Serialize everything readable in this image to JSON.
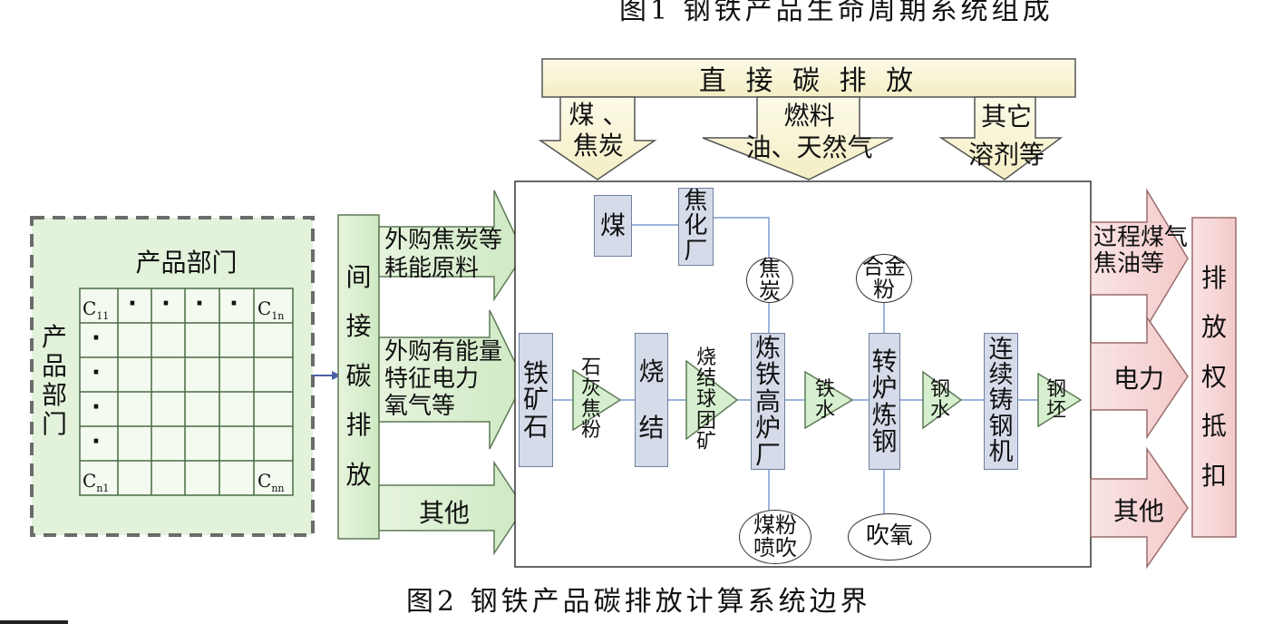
{
  "captions": {
    "fig1": "图1  钢铁产品生命周期系统组成",
    "fig2": "图2  钢铁产品碳排放计算系统边界"
  },
  "direct_emission": {
    "title": "直 接 碳 排 放",
    "arrow_left_lines": [
      "煤 、",
      "焦炭"
    ],
    "arrow_mid_lines": [
      "燃料",
      "油、天然气"
    ],
    "arrow_right_lines": [
      "其它",
      "溶剂等"
    ]
  },
  "sector": {
    "title": "产品部门",
    "side_label": [
      "产",
      "品",
      "部",
      "门"
    ],
    "cell_c11": "C",
    "cell_c11_sub": "11",
    "cell_c1n": "C",
    "cell_c1n_sub": "1n",
    "cell_cn1": "C",
    "cell_cn1_sub": "n1",
    "cell_cnn": "C",
    "cell_cnn_sub": "nn",
    "dot": "·"
  },
  "indirect": {
    "label": [
      "间",
      "接",
      "碳",
      "排",
      "放"
    ],
    "input1": [
      "外购焦炭等",
      "耗能原料"
    ],
    "input2": [
      "外购有能量",
      "特征电力",
      "氧气等"
    ],
    "input3": "其他"
  },
  "process": {
    "coal": "煤",
    "coking": [
      "焦",
      "化",
      "厂"
    ],
    "coke": [
      "焦",
      "炭"
    ],
    "alloy": [
      "合金",
      "粉"
    ],
    "iron_ore": [
      "铁",
      "矿",
      "石"
    ],
    "limestone": [
      "石",
      "灰",
      "焦",
      "粉"
    ],
    "sinter": [
      "烧",
      "结"
    ],
    "pellet": [
      "烧",
      "结",
      "球",
      "团",
      "矿"
    ],
    "blast_furnace": [
      "炼",
      "铁",
      "高",
      "炉",
      "厂"
    ],
    "molten_iron": [
      "铁",
      "水"
    ],
    "converter": [
      "转",
      "炉",
      "炼",
      "钢"
    ],
    "molten_steel": [
      "钢",
      "水"
    ],
    "caster": [
      "连",
      "续",
      "铸",
      "钢",
      "机"
    ],
    "billet": [
      "钢",
      "坯"
    ],
    "coal_injection": [
      "煤粉",
      "喷吹"
    ],
    "oxygen": "吹氧"
  },
  "outputs": {
    "gas_lines": [
      "过程煤气",
      "焦油等"
    ],
    "power": "电力",
    "other": "其他",
    "credit": [
      "排",
      "放",
      "权",
      "抵",
      "扣"
    ]
  },
  "colors": {
    "green_fill": "#e4f3dc",
    "green_stroke": "#5f7a58",
    "pink_fill": "#f8dcdc",
    "pink_stroke": "#9a6c6c",
    "box_fill": "#d5dbe9",
    "top_bar": "#fbf6d8"
  }
}
